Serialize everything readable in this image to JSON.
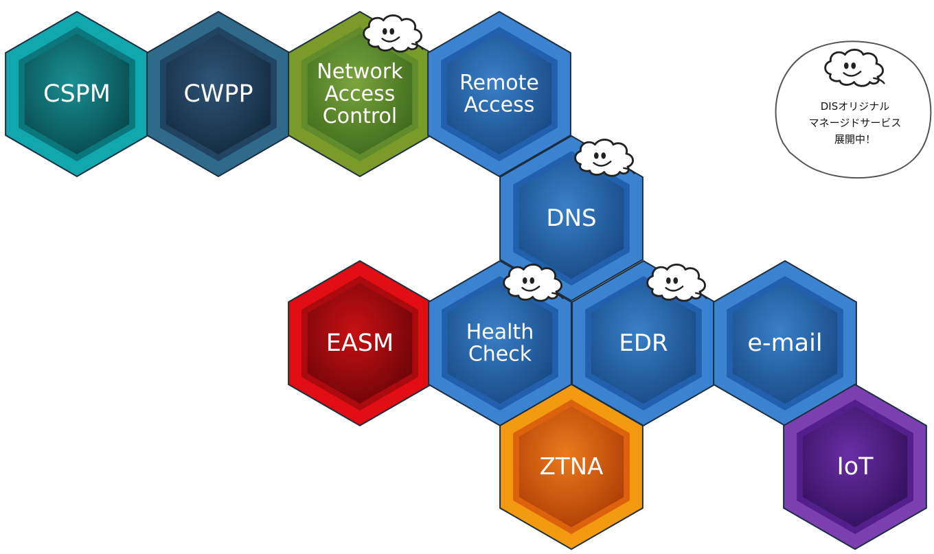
{
  "palette": {
    "teal": {
      "outer": "#10a7ad",
      "inner": "#0a6f74",
      "light": "#1b8f93",
      "dark": "#064a4e"
    },
    "navy": {
      "outer": "#2f6a8a",
      "inner": "#1f3d5c",
      "light": "#2e5577",
      "dark": "#142a40"
    },
    "green": {
      "outer": "#7a9a2a",
      "inner": "#5e8a2c",
      "light": "#7aa53e",
      "dark": "#3f6a1c"
    },
    "blue": {
      "outer": "#3b83d0",
      "inner": "#1d5aa6",
      "light": "#3a80c8",
      "dark": "#174a86"
    },
    "red": {
      "outer": "#e00d12",
      "inner": "#a10a0e",
      "light": "#c81014",
      "dark": "#6e0508"
    },
    "orange": {
      "outer": "#f39a10",
      "inner": "#d8580e",
      "light": "#ec7a1c",
      "dark": "#b03e06"
    },
    "purple": {
      "outer": "#7b3fb0",
      "inner": "#4d1a86",
      "light": "#6a2ea6",
      "dark": "#33105c"
    }
  },
  "hexes": [
    {
      "id": "cspm",
      "lines": [
        "CSPM"
      ],
      "color": "teal",
      "cloud": false
    },
    {
      "id": "cwpp",
      "lines": [
        "CWPP"
      ],
      "color": "navy",
      "cloud": false
    },
    {
      "id": "nac",
      "lines": [
        "Network",
        "Access",
        "Control"
      ],
      "color": "green",
      "cloud": true
    },
    {
      "id": "remote",
      "lines": [
        "Remote",
        "Access"
      ],
      "color": "blue",
      "cloud": false
    },
    {
      "id": "dns",
      "lines": [
        "DNS"
      ],
      "color": "blue",
      "cloud": true
    },
    {
      "id": "easm",
      "lines": [
        "EASM"
      ],
      "color": "red",
      "cloud": false
    },
    {
      "id": "health",
      "lines": [
        "Health",
        "Check"
      ],
      "color": "blue",
      "cloud": true
    },
    {
      "id": "edr",
      "lines": [
        "EDR"
      ],
      "color": "blue",
      "cloud": true
    },
    {
      "id": "email",
      "lines": [
        "e-mail"
      ],
      "color": "blue",
      "cloud": false
    },
    {
      "id": "ztna",
      "lines": [
        "ZTNA"
      ],
      "color": "orange",
      "cloud": false
    },
    {
      "id": "iot",
      "lines": [
        "IoT"
      ],
      "color": "purple",
      "cloud": false
    }
  ],
  "callout": {
    "lines": [
      "DISオリジナル",
      "マネージドサービス",
      "展開中！"
    ]
  }
}
